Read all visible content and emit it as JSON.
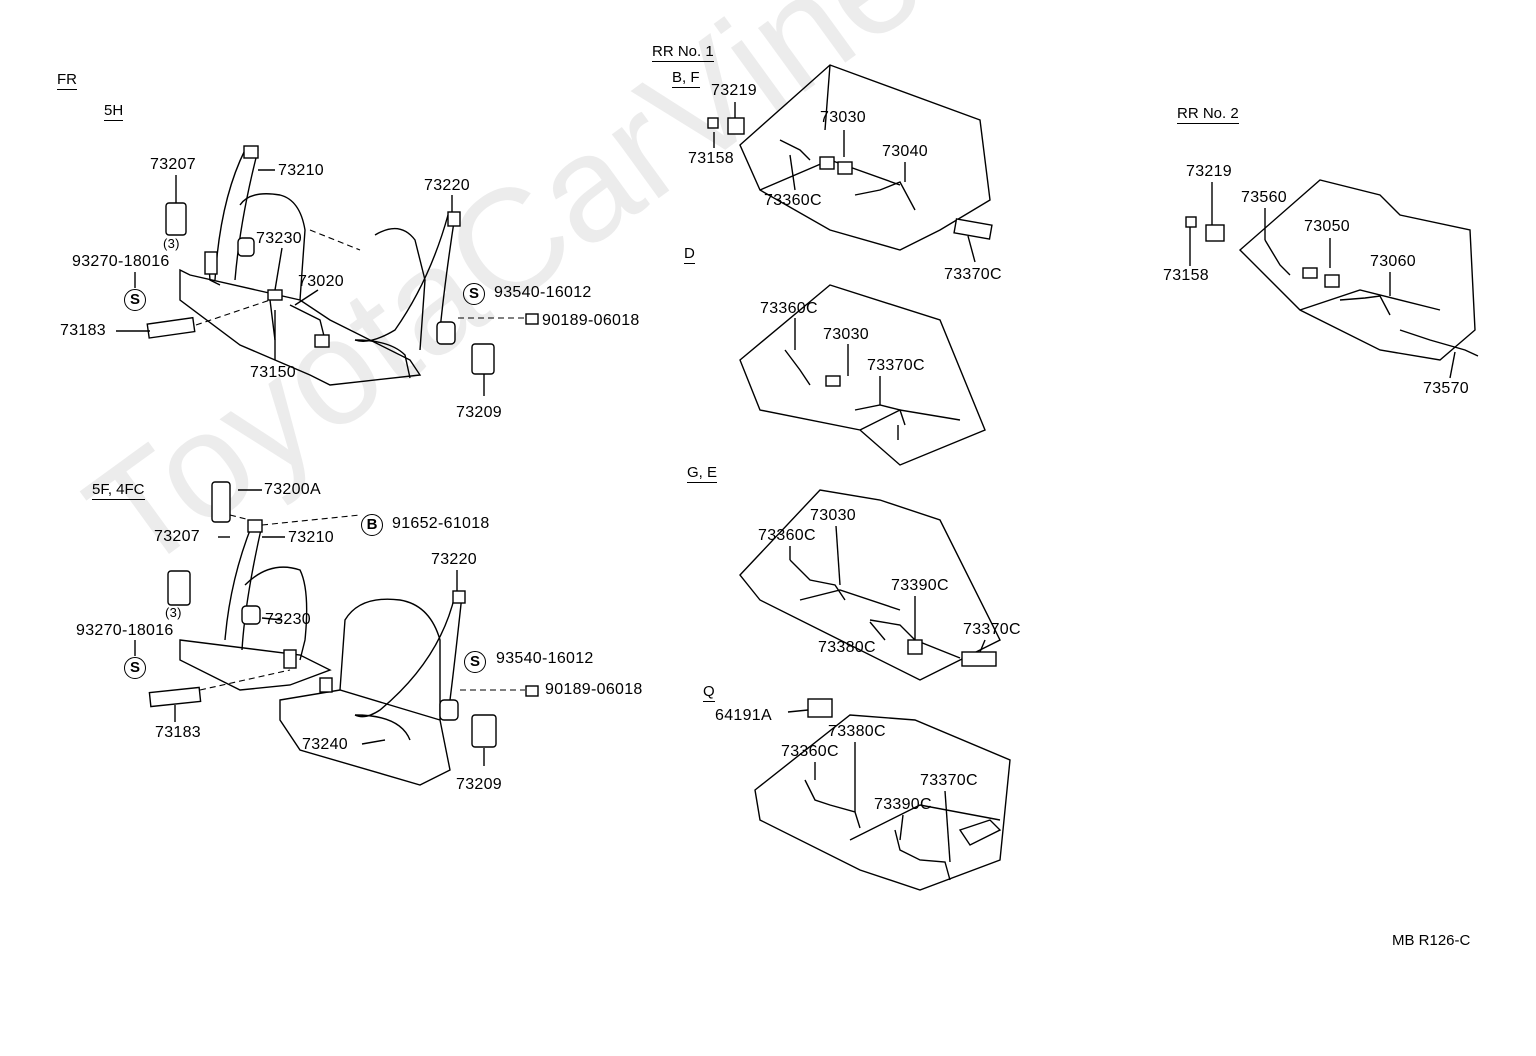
{
  "watermark": "ToyotaCarViner.ru",
  "code": "MB R126-C",
  "sections": {
    "fr": "FR",
    "h5": "5H",
    "f5": "5F, 4FC",
    "rr1": "RR No. 1",
    "bf": "B, F",
    "d": "D",
    "ge": "G, E",
    "q": "Q",
    "rr2": "RR No. 2"
  },
  "symbols": {
    "s": "S",
    "b": "B"
  },
  "parts": {
    "h5": {
      "p73207": "73207",
      "q3": "(3)",
      "p93270": "93270-18016",
      "p73183": "73183",
      "p73210": "73210",
      "p73230": "73230",
      "p73020": "73020",
      "p73150": "73150",
      "p73220": "73220",
      "p93540": "93540-16012",
      "p90189": "90189-06018",
      "p73209": "73209"
    },
    "f5": {
      "p73200A": "73200A",
      "p73207": "73207",
      "p73210": "73210",
      "p91652": "91652-61018",
      "q3": "(3)",
      "p93270": "93270-18016",
      "p73183": "73183",
      "p73230": "73230",
      "p73220": "73220",
      "p93540": "93540-16012",
      "p90189": "90189-06018",
      "p73240": "73240",
      "p73209": "73209"
    },
    "bf": {
      "p73219": "73219",
      "p73158": "73158",
      "p73030": "73030",
      "p73040": "73040",
      "p73360C": "73360C",
      "p73370C": "73370C"
    },
    "d": {
      "p73360C": "73360C",
      "p73030": "73030",
      "p73370C": "73370C"
    },
    "ge": {
      "p73030": "73030",
      "p73360C": "73360C",
      "p73390C": "73390C",
      "p73370C": "73370C",
      "p73380C": "73380C"
    },
    "q": {
      "p64191A": "64191A",
      "p73380C": "73380C",
      "p73360C": "73360C",
      "p73370C": "73370C",
      "p73390C": "73390C"
    },
    "rr2": {
      "p73219": "73219",
      "p73158": "73158",
      "p73560": "73560",
      "p73050": "73050",
      "p73060": "73060",
      "p73570": "73570"
    }
  }
}
